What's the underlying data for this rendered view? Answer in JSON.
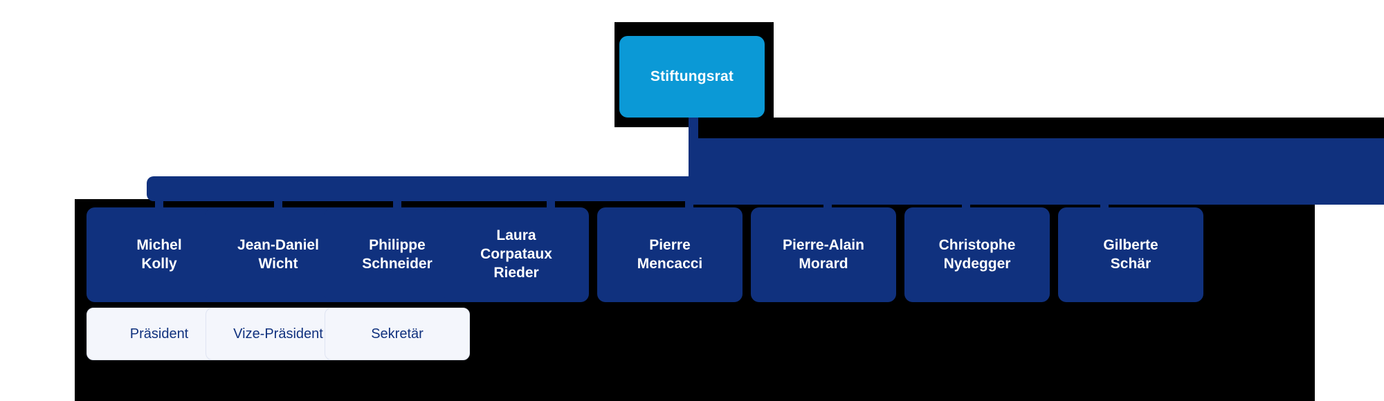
{
  "chart_data": {
    "type": "diagram",
    "subtype": "organizational-chart",
    "title": "Stiftungsrat",
    "orientation": "top-down",
    "levels": 2,
    "root": {
      "label": "Stiftungsrat",
      "color": "#0b99d6",
      "text_color": "#ffffff"
    },
    "members": [
      {
        "name": "Michel\nKolly",
        "first_name": "Michel",
        "last_name": "Kolly",
        "role": "Präsident"
      },
      {
        "name": "Jean-Daniel\nWicht",
        "first_name": "Jean-Daniel",
        "last_name": "Wicht",
        "role": "Vize-Präsident"
      },
      {
        "name": "Philippe\nSchneider",
        "first_name": "Philippe",
        "last_name": "Schneider",
        "role": "Sekretär"
      },
      {
        "name": "Laura\nCorpataux\nRieder",
        "first_name": "Laura",
        "last_name": "Corpataux Rieder",
        "role": ""
      },
      {
        "name": "Pierre\nMencacci",
        "first_name": "Pierre",
        "last_name": "Mencacci",
        "role": ""
      },
      {
        "name": "Pierre-Alain\nMorard",
        "first_name": "Pierre-Alain",
        "last_name": "Morard",
        "role": ""
      },
      {
        "name": "Christophe\nNydegger",
        "first_name": "Christophe",
        "last_name": "Nydegger",
        "role": ""
      },
      {
        "name": "Gilberte\nSchär",
        "first_name": "Gilberte",
        "last_name": "Schär",
        "role": ""
      }
    ]
  },
  "colors": {
    "root_box": "#0b99d6",
    "member_box": "#10317e",
    "role_box_background": "#f4f6fc",
    "role_box_border": "#dfe4f2",
    "role_text": "#10317e",
    "connector": "#10317e",
    "member_text": "#ffffff",
    "root_text": "#ffffff",
    "backdrop": "#000000"
  },
  "root": {
    "label": "Stiftungsrat"
  },
  "members": [
    {
      "label": "Michel\nKolly"
    },
    {
      "label": "Jean-Daniel\nWicht"
    },
    {
      "label": "Philippe\nSchneider"
    },
    {
      "label": "Laura\nCorpataux\nRieder"
    },
    {
      "label": "Pierre\nMencacci"
    },
    {
      "label": "Pierre-Alain\nMorard"
    },
    {
      "label": "Christophe\nNydegger"
    },
    {
      "label": "Gilberte\nSchär"
    }
  ],
  "roles": [
    {
      "label": "Präsident"
    },
    {
      "label": "Vize-Präsident"
    },
    {
      "label": "Sekretär"
    }
  ]
}
